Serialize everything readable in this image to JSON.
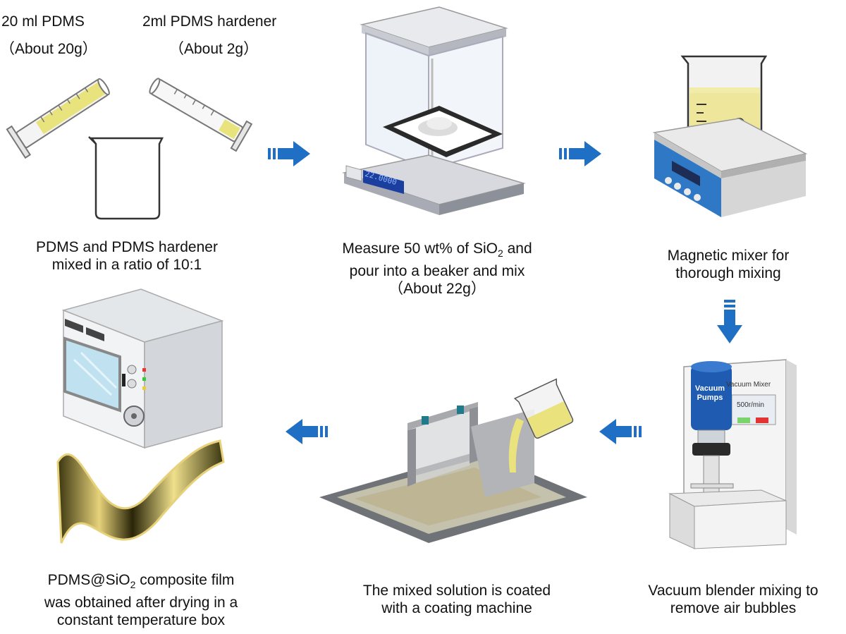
{
  "step1": {
    "pdms_label": "20 ml PDMS",
    "pdms_amount": "（About 20g）",
    "hardener_label": "2ml PDMS hardener",
    "hardener_amount": "（About 2g）",
    "caption_line1": "PDMS and PDMS hardener",
    "caption_line2": "mixed in a ratio of 10:1"
  },
  "step2": {
    "caption_line1_pre": "Measure 50 wt% of SiO",
    "caption_line1_sub": "2",
    "caption_line1_post": " and",
    "caption_line2": "pour into a beaker and mix",
    "caption_line3": "（About 22g）",
    "scale_display": "22.0000"
  },
  "step3": {
    "caption_line1": "Magnetic mixer for",
    "caption_line2": "thorough mixing"
  },
  "step4": {
    "caption_line1": "Vacuum blender mixing to",
    "caption_line2": "remove air bubbles",
    "pump_label_line1": "Vacuum",
    "pump_label_line2": "Pumps",
    "panel_title": "Vacuum Mixer",
    "speed_display": "500r/min"
  },
  "step5": {
    "caption_line1": "The mixed solution is coated",
    "caption_line2": "with a coating machine"
  },
  "step6": {
    "caption_line1_pre": "PDMS@SiO",
    "caption_line1_sub": "2",
    "caption_line1_post": " composite film",
    "caption_line2": "was obtained after drying in a",
    "caption_line3": "constant temperature box"
  },
  "colors": {
    "arrow_blue": "#1f6fc4",
    "liquid_yellow": "#e8e49a",
    "device_blue": "#2e78c5",
    "film_gold": "#e6d27a"
  }
}
